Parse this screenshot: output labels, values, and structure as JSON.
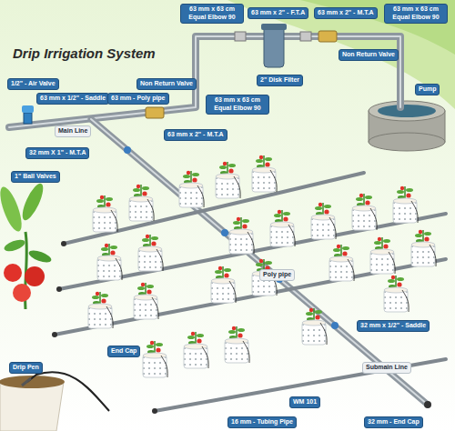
{
  "diagram": {
    "title": "Drip Irrigation System",
    "labels": [
      "63 mm x 63 cm Equal Elbow 90",
      "63 mm x 2\" - F.T.A",
      "63 mm x 2\" - M.T.A",
      "63 mm x 63 cm Equal Elbow 90",
      "Non Return Valve",
      "2\" Disk Filter",
      "Pump",
      "63 mm x 63 cm Equal Elbow 90",
      "1/2\" - Air Valve",
      "63 mm x 1/2\" - Saddle",
      "63 mm - Poly pipe",
      "Non Return Valve",
      "Main Line",
      "1\" Ball Valves",
      "32 mm X 1\" - M.T.A",
      "63 mm x 2\" - M.T.A",
      "Poly pipe",
      "32 mm x 1/2\" - Saddle",
      "End Cap",
      "Drip Pen",
      "WM 101",
      "16 mm - Tubing Pipe",
      "32 mm - End Cap",
      "Submain Line"
    ]
  }
}
